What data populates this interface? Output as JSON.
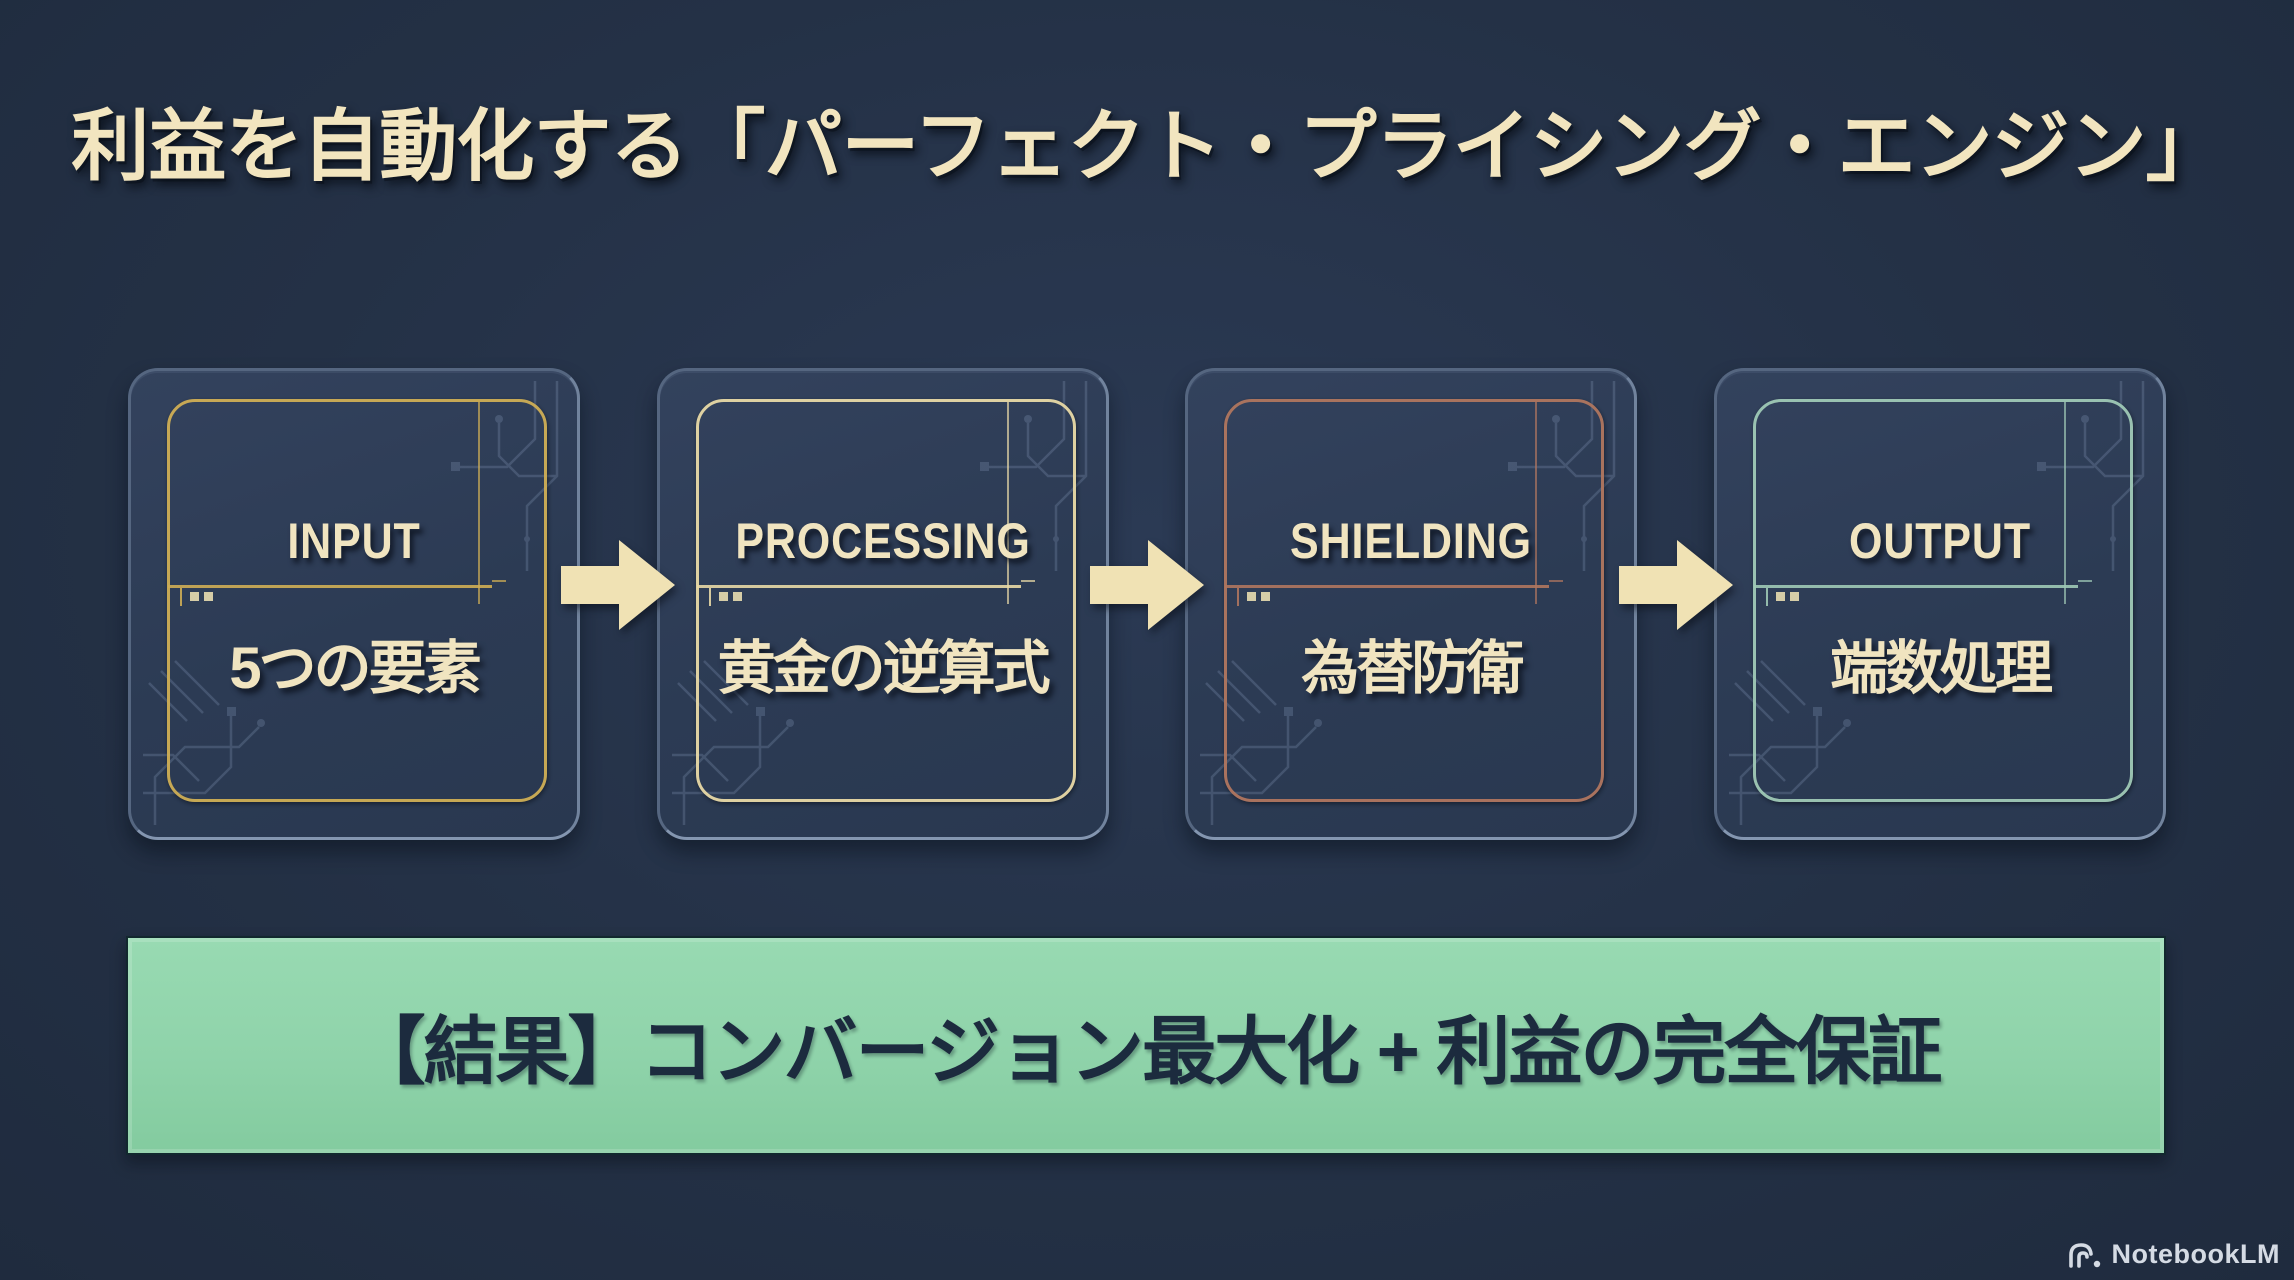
{
  "title": "利益を自動化する「パーフェクト・プライシング・エンジン」",
  "steps": [
    {
      "label": "INPUT",
      "sublabel": "5つの要素",
      "accent": "#cfae55"
    },
    {
      "label": "PROCESSING",
      "sublabel": "黄金の逆算式",
      "accent": "#e8d9a6"
    },
    {
      "label": "SHIELDING",
      "sublabel": "為替防衛",
      "accent": "#b0765f"
    },
    {
      "label": "OUTPUT",
      "sublabel": "端数処理",
      "accent": "#9fc9b6"
    }
  ],
  "result": {
    "text": "【結果】コンバージョン最大化 + 利益の完全保証"
  },
  "watermark": {
    "brand": "NotebookLM"
  },
  "icons": {
    "arrow": "flow-arrow-right",
    "logo": "notebooklm-logo",
    "decoration": "circuit-traces"
  },
  "colors": {
    "background": "#243146",
    "box_fill": "#2d3c55",
    "box_border": "#5d6f89",
    "text_cream": "#f0e4c0",
    "arrow_fill": "#f0e2b4",
    "banner_bg": "#8fd3aa",
    "banner_text": "#1c2b3e",
    "watermark_text": "#d5dbe4"
  }
}
